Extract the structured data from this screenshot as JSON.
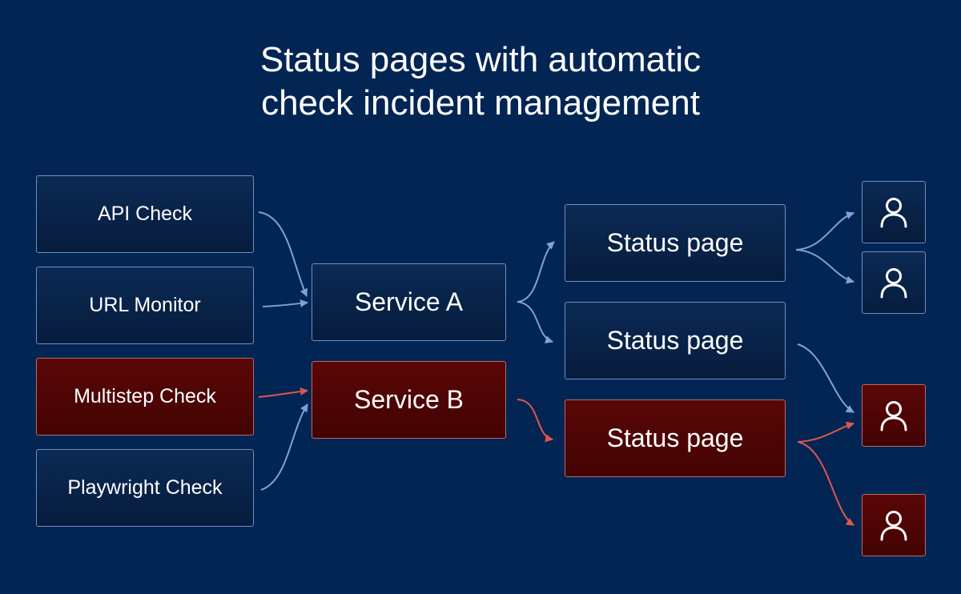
{
  "title": {
    "line1": "Status pages with automatic",
    "line2": "check incident management"
  },
  "colors": {
    "background": "#022554",
    "healthy_edge": "#7fa2d6",
    "incident_edge": "#e0564c",
    "incident_fill": "#4b0404"
  },
  "checks": [
    {
      "label": "API Check",
      "state": "ok"
    },
    {
      "label": "URL Monitor",
      "state": "ok"
    },
    {
      "label": "Multistep Check",
      "state": "incident"
    },
    {
      "label": "Playwright Check",
      "state": "ok"
    }
  ],
  "services": [
    {
      "label": "Service A",
      "state": "ok"
    },
    {
      "label": "Service B",
      "state": "incident"
    }
  ],
  "status_pages": [
    {
      "label": "Status page",
      "state": "ok"
    },
    {
      "label": "Status page",
      "state": "ok"
    },
    {
      "label": "Status page",
      "state": "incident"
    }
  ],
  "subscribers": [
    {
      "icon": "user-icon",
      "state": "ok"
    },
    {
      "icon": "user-icon",
      "state": "ok"
    },
    {
      "icon": "user-icon",
      "state": "incident"
    },
    {
      "icon": "user-icon",
      "state": "incident"
    }
  ]
}
